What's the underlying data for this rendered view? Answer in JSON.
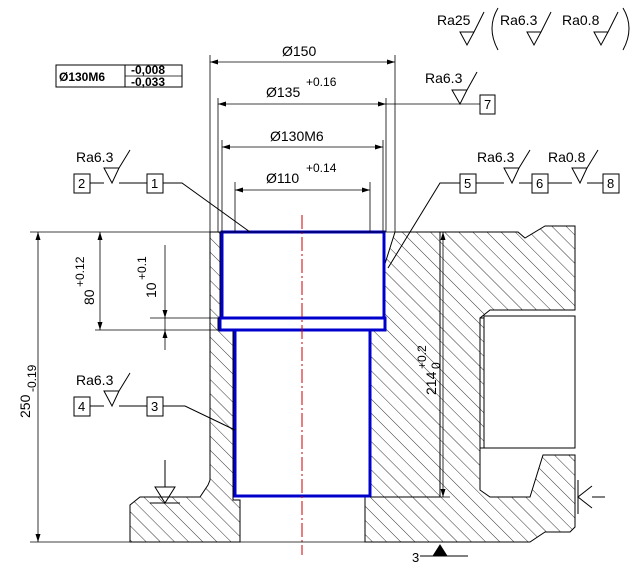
{
  "roughness": {
    "general_a": "Ra25",
    "general_b": "Ra6.3",
    "general_c": "Ra0.8",
    "s_7": "Ra6.3",
    "s_2": "Ra6.3",
    "s_5": "Ra6.3",
    "s_6": "Ra0.8",
    "s_4": "Ra6.3"
  },
  "fit_box": {
    "label": "Ø130M6",
    "upper": "-0,008",
    "lower": "-0,033"
  },
  "dims": {
    "d150": "Ø150",
    "d135_main": "Ø135",
    "d135_tol": "+0.16",
    "d130": "Ø130M6",
    "d110_main": "Ø110",
    "d110_tol": "+0.14",
    "h80_main": "80",
    "h80_tol": "+0.12",
    "h10_main": "10",
    "h10_tol": "+0.1",
    "h250_main": "250",
    "h250_tol": "-0.19",
    "h214_main": "214",
    "h214_up": "+0.2",
    "h214_low": "0"
  },
  "labels": {
    "n1": "1",
    "n2": "2",
    "n3": "3",
    "n4": "4",
    "n5": "5",
    "n6": "6",
    "n7": "7",
    "n8": "8",
    "datum3": "3"
  },
  "colors": {
    "outline": "#0000cc",
    "centerline": "#cc0000",
    "lines": "#000000"
  }
}
